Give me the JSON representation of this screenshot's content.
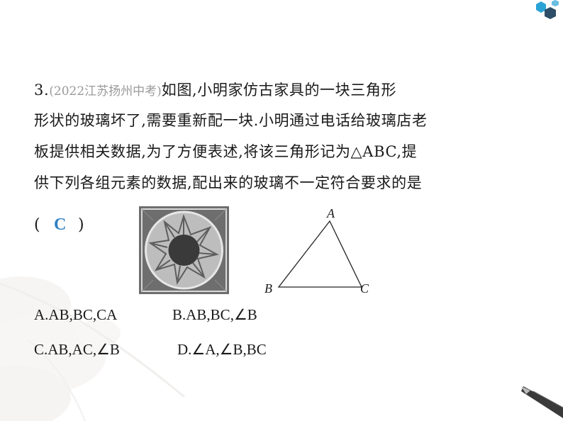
{
  "question": {
    "number": "3.",
    "source": "(2022江苏扬州中考)",
    "line1_rest": "如图,小明家仿古家具的一块三角形",
    "line2": "形状的玻璃坏了,需要重新配一块.小明通过电话给玻璃店老",
    "line3": "板提供相关数据,为了方便表述,将该三角形记为△ABC,提",
    "line4": "供下列各组元素的数据,配出来的玻璃不一定符合要求的是"
  },
  "answer": {
    "open": "(",
    "letter": "C",
    "close": ")"
  },
  "figure": {
    "vertex_a": "A",
    "vertex_b": "B",
    "vertex_c": "C"
  },
  "options": {
    "a": "A.AB,BC,CA",
    "b": "B.AB,BC,∠B",
    "c": "C.AB,AC,∠B",
    "d": "D.∠A,∠B,BC"
  },
  "colors": {
    "answer": "#2f7fc2",
    "hex_blue": "#29a3d6",
    "hex_dark": "#2d4e66"
  }
}
